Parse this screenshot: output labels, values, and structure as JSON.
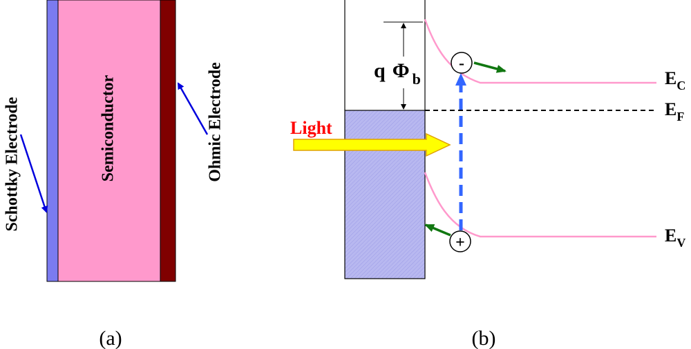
{
  "panel_a": {
    "schottky_label": "Schottky Electrode",
    "semiconductor_label": "Semiconductor",
    "ohmic_label": "Ohmic Electrode",
    "caption": "(a)",
    "colors": {
      "schottky": "#7b7bf0",
      "semiconductor": "#ff99cc",
      "ohmic": "#800000",
      "pointer": "#0000dd"
    }
  },
  "panel_b": {
    "light_label": "Light",
    "barrier_q": "q",
    "barrier_phi": "Φ",
    "barrier_sub": "b",
    "ec_main": "E",
    "ec_sub": "C",
    "ef_main": "E",
    "ef_sub": "F",
    "ev_main": "E",
    "ev_sub": "V",
    "electron_symbol": "-",
    "hole_symbol": "+",
    "caption": "(b)",
    "colors": {
      "metal_fill": "#b8b8f0",
      "band": "#ff99cc",
      "light_text": "#ff0000",
      "light_arrow": "#ffff00",
      "light_arrow_edge": "#e0a000",
      "excitation": "#3366ff",
      "carrier_arrow": "#117711"
    }
  }
}
